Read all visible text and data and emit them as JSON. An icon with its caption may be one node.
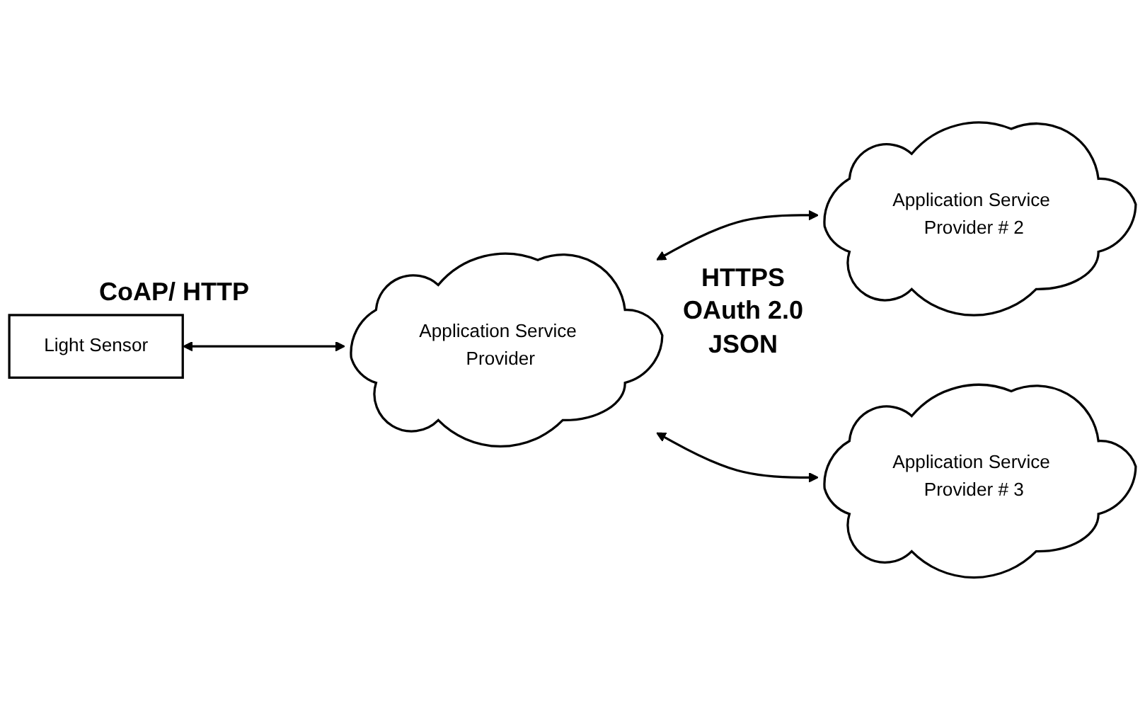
{
  "diagram": {
    "nodes": [
      {
        "text": [
          "Light Sensor"
        ]
      },
      {
        "text": [
          "Application Service Provider"
        ]
      },
      {
        "text": [
          "Application Service Provider # 2"
        ]
      },
      {
        "text": [
          "Application Service Provider # 3"
        ]
      }
    ],
    "edges": [
      {
        "from": 0,
        "to": 1,
        "arrow": "both"
      },
      {
        "from": 1,
        "to": 2,
        "arrow": "both"
      },
      {
        "from": 1,
        "to": 3,
        "arrow": "both"
      }
    ],
    "labels": [
      "CoAP/ HTTP",
      "HTTPS OAuth 2.0 JSON"
    ]
  }
}
